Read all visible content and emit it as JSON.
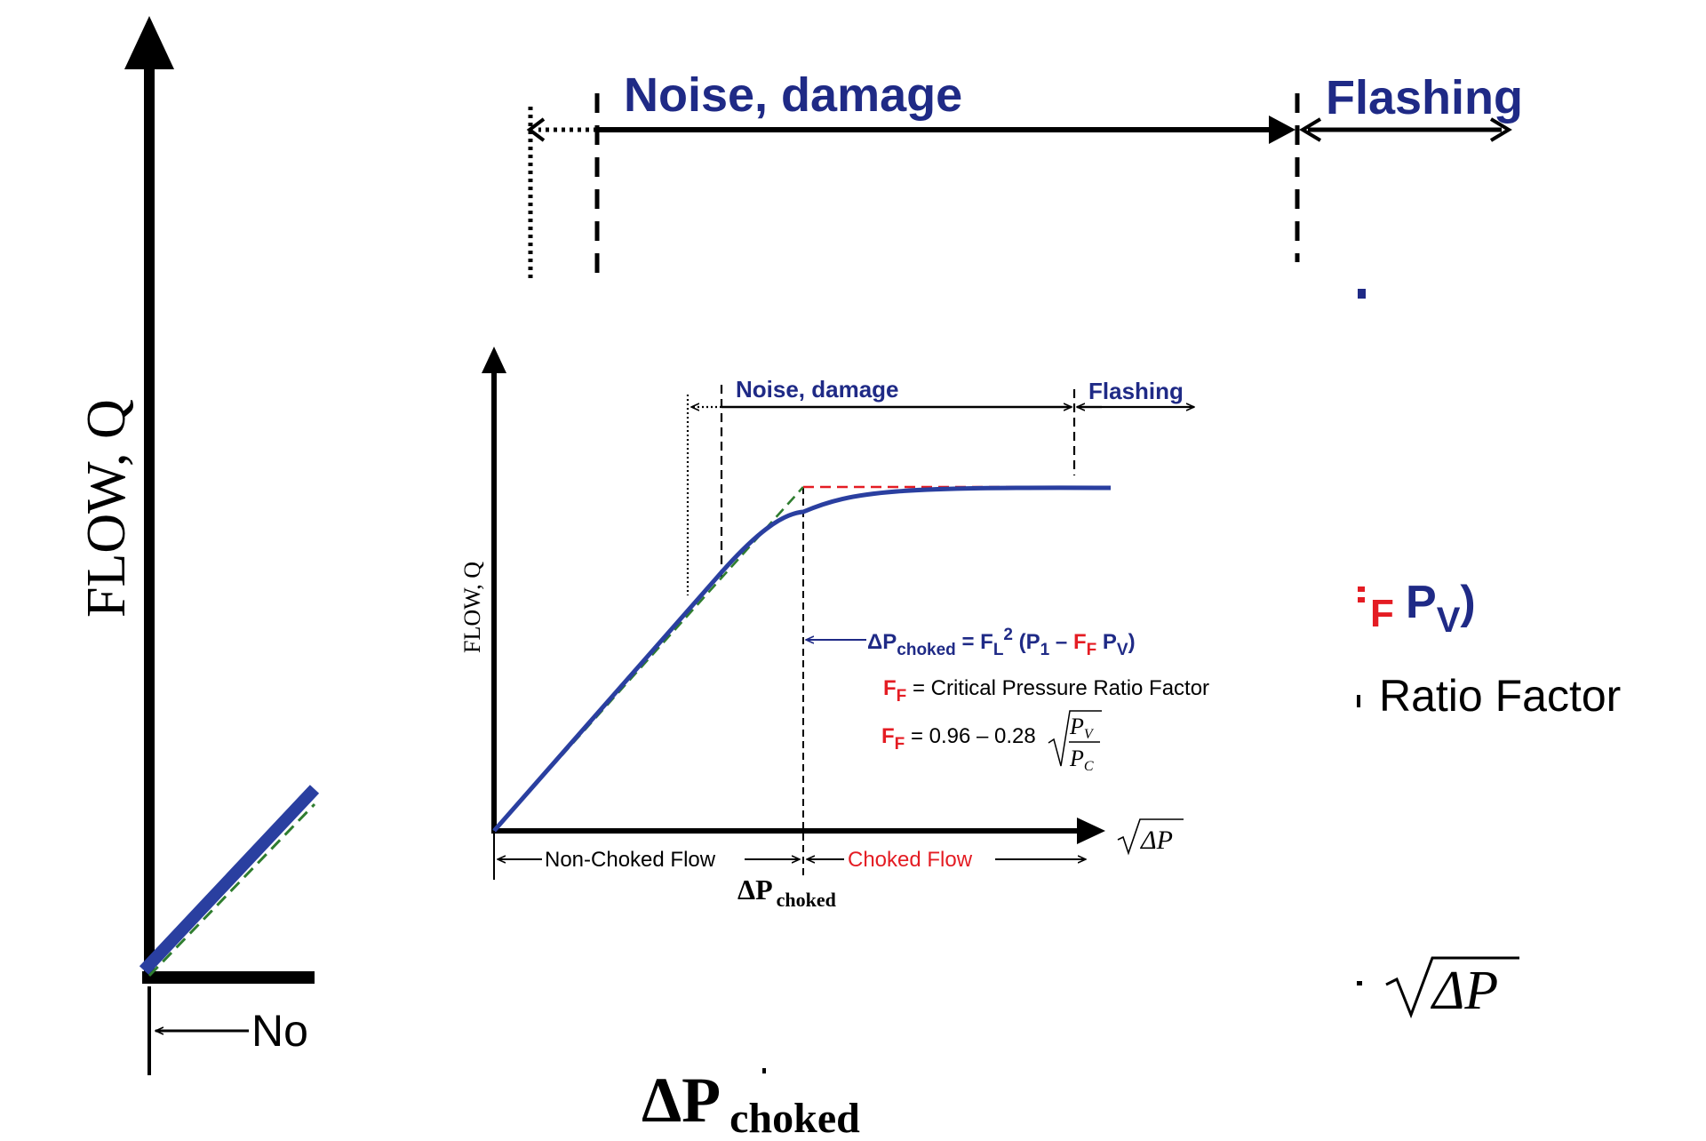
{
  "colors": {
    "navy": "#1f2a86",
    "curve": "#2a3fa0",
    "red": "#e41c23",
    "green": "#2f7d2f",
    "black": "#000000"
  },
  "background": {
    "y_axis_label": "FLOW, Q",
    "noise_damage": "Noise, damage",
    "flashing": "Flashing",
    "bottom_left_fragment": "No",
    "delta_p": "ΔP",
    "choked_sub": "choked",
    "formula_fragment_ff": "F",
    "formula_fragment_ff_sub": "F",
    "formula_fragment_pv": "P",
    "formula_fragment_pv_sub": "V",
    "formula_fragment_close": ")",
    "ratio_factor_fragment": "Ratio Factor",
    "sqrt_dp": "ΔP"
  },
  "inset": {
    "y_axis_label": "FLOW, Q",
    "noise_damage": "Noise, damage",
    "flashing": "Flashing",
    "x_axis_label": "ΔP",
    "eq_main": {
      "dp": "ΔP",
      "dp_sub": "choked",
      "eq": " = F",
      "fl_sub": "L",
      "fl_sup": "2",
      "open": " (P",
      "p1_sub": "1",
      "minus": " – ",
      "ff": "F",
      "ff_sub": "F",
      "pv": " P",
      "pv_sub": "V",
      "close": ")"
    },
    "ff_def": {
      "ff": "F",
      "ff_sub": "F",
      "text": " = Critical Pressure Ratio Factor"
    },
    "ff_formula": {
      "ff": "F",
      "ff_sub": "F",
      "text": " = 0.96 – 0.28",
      "num": "P",
      "num_sub": "V",
      "den": "P",
      "den_sub": "C"
    },
    "non_choked_flow": "Non-Choked Flow",
    "choked_flow": "Choked Flow",
    "dp_choked": "ΔP",
    "dp_choked_sub": "choked"
  }
}
